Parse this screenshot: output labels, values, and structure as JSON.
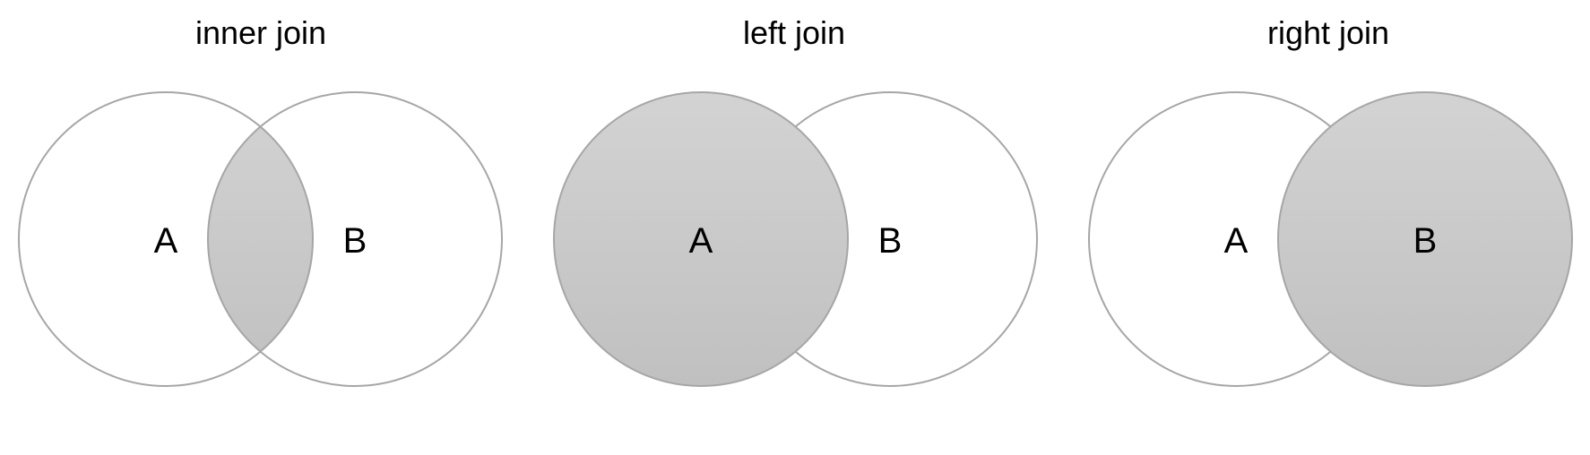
{
  "panels": [
    {
      "title": "inner join",
      "left_label": "A",
      "right_label": "B",
      "highlight": "intersection"
    },
    {
      "title": "left join",
      "left_label": "A",
      "right_label": "B",
      "highlight": "left"
    },
    {
      "title": "right join",
      "left_label": "A",
      "right_label": "B",
      "highlight": "right"
    }
  ],
  "colors": {
    "fill_top": "#d3d3d3",
    "fill_bottom": "#c0c0c0",
    "outline": "#a6a6a6",
    "background": "#ffffff"
  }
}
